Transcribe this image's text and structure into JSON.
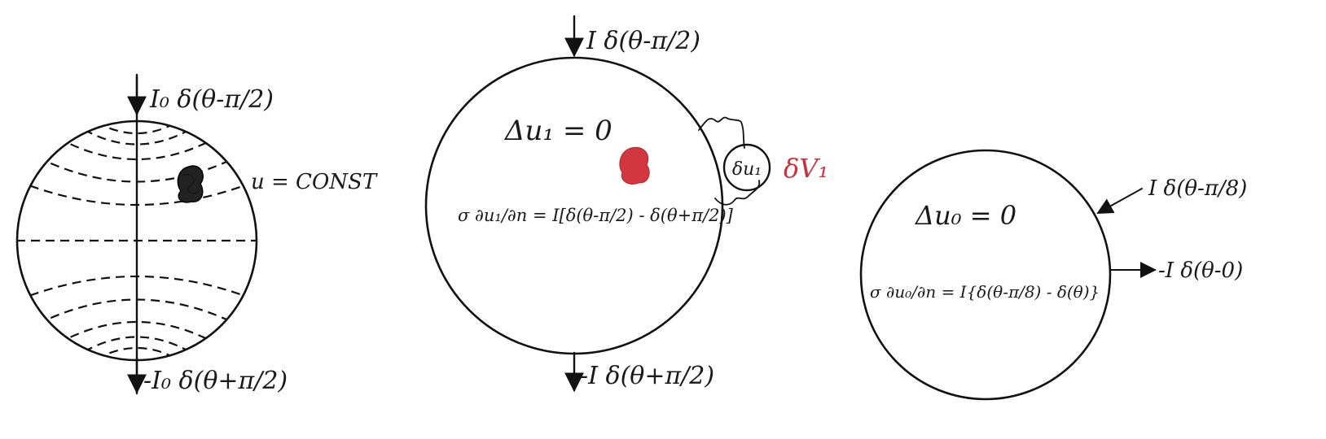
{
  "panel_left": {
    "top_label": "I₀ δ(θ-π/2)",
    "bottom_label": "-I₀ δ(θ+π/2)",
    "equipotential_label": "u = CONST"
  },
  "panel_middle": {
    "top_label": "I δ(θ-π/2)",
    "bottom_label": "-I δ(θ+π/2)",
    "laplace_eq": "Δu₁ = 0",
    "boundary_eq": "σ ∂u₁/∂n = I[δ(θ-π/2) - δ(θ+π/2)]",
    "meter_label": "δu₁",
    "voltage_label": "δV₁",
    "colors": {
      "voltage": "#c8323c",
      "inclusion": "#d2363f"
    }
  },
  "panel_right": {
    "upper_label": "I δ(θ-π/8)",
    "right_label": "-I δ(θ-0)",
    "laplace_eq": "Δu₀ = 0",
    "boundary_eq": "σ ∂u₀/∂n = I{δ(θ-π/8) - δ(θ)}"
  }
}
